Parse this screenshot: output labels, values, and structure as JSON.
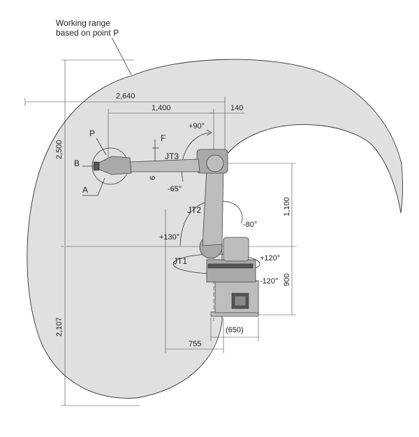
{
  "annotation": {
    "line1": "Working range",
    "line2": "based on point P"
  },
  "dimensions": {
    "d2640": "2,640",
    "d1400": "1,400",
    "d140": "140",
    "d2500": "2,500",
    "d1100": "1,100",
    "d900": "900",
    "d2107": "2,107",
    "d755": "755",
    "d650": "(650)",
    "d6": "6"
  },
  "labels": {
    "P": "P",
    "F": "F",
    "B": "B",
    "A": "A",
    "JT1": "JT1",
    "JT2": "JT2",
    "JT3": "JT3"
  },
  "angles": {
    "jt3_up": "+90°",
    "jt3_down": "-65°",
    "jt2_back": "-80°",
    "jt2_fwd": "+130°",
    "jt1_pos": "+120°",
    "jt1_neg": "-120°"
  },
  "colors": {
    "range_fill": "#e0e0e0",
    "range_stroke": "#333333",
    "robot_fill": "#bdbdbd"
  }
}
